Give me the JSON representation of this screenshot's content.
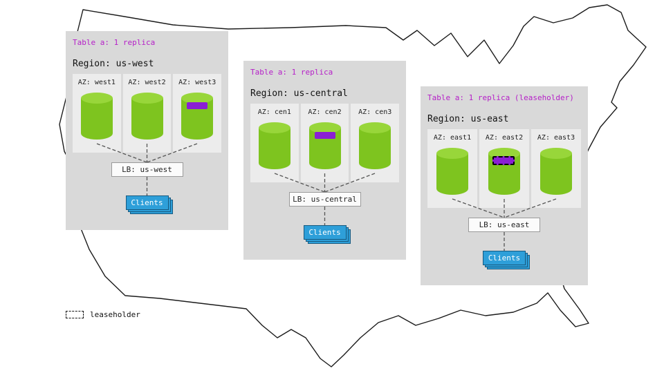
{
  "colors": {
    "panel_bg": "#d9d9d9",
    "az_bg": "#ececec",
    "cylinder_green": "#7ec41f",
    "cylinder_top_green": "#98d63a",
    "replica_purple": "#8a1fd4",
    "table_label_magenta": "#b51fc8",
    "clients_blue": "#2e9fd9",
    "map_outline": "#1a1a1a"
  },
  "regions": [
    {
      "table_label": "Table a: 1 replica",
      "region_label": "Region: us-west",
      "azs": [
        {
          "label": "AZ: west1",
          "has_replica": false,
          "is_leaseholder": false
        },
        {
          "label": "AZ: west2",
          "has_replica": false,
          "is_leaseholder": false
        },
        {
          "label": "AZ: west3",
          "has_replica": true,
          "is_leaseholder": false
        }
      ],
      "lb_label": "LB: us-west",
      "clients_label": "Clients"
    },
    {
      "table_label": "Table a: 1 replica",
      "region_label": "Region: us-central",
      "azs": [
        {
          "label": "AZ: cen1",
          "has_replica": false,
          "is_leaseholder": false
        },
        {
          "label": "AZ: cen2",
          "has_replica": true,
          "is_leaseholder": false
        },
        {
          "label": "AZ: cen3",
          "has_replica": false,
          "is_leaseholder": false
        }
      ],
      "lb_label": "LB: us-central",
      "clients_label": "Clients"
    },
    {
      "table_label": "Table a: 1 replica (leaseholder)",
      "region_label": "Region: us-east",
      "azs": [
        {
          "label": "AZ: east1",
          "has_replica": false,
          "is_leaseholder": false
        },
        {
          "label": "AZ: east2",
          "has_replica": true,
          "is_leaseholder": true
        },
        {
          "label": "AZ: east3",
          "has_replica": false,
          "is_leaseholder": false
        }
      ],
      "lb_label": "LB: us-east",
      "clients_label": "Clients"
    }
  ],
  "legend": {
    "label": "leaseholder"
  }
}
